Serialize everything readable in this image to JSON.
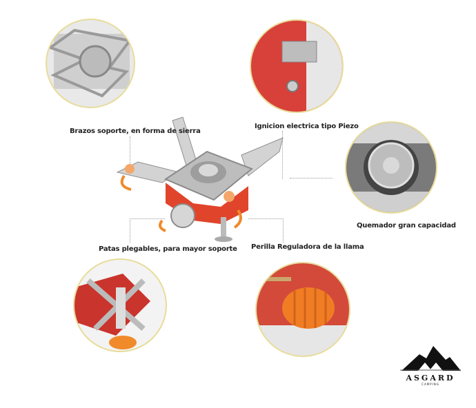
{
  "labels": {
    "arms": "Brazos soporte, en forma de sierra",
    "ignition": "Ignicion electrica tipo Piezo",
    "burner": "Quemador gran capacidad",
    "legs": "Patas plegables, para mayor soporte",
    "knob": "Perilla Reguladora de la llama"
  },
  "logo": {
    "name": "ASGARD",
    "sub": "CAMPING"
  },
  "colors": {
    "accent": "#f08a2a",
    "stove_red": "#e0452c",
    "circle_border": "#e8dc9a"
  }
}
